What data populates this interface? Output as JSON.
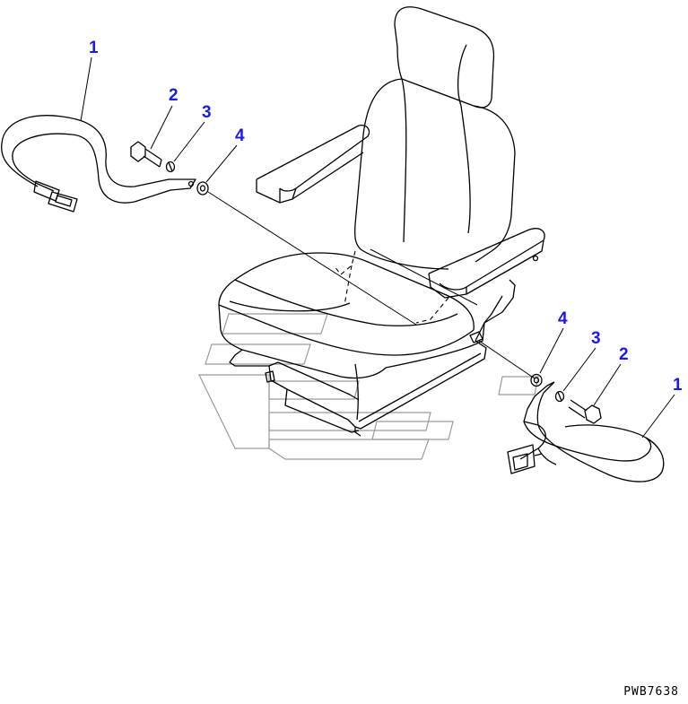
{
  "diagram": {
    "callout_color": "#1a1ae6",
    "line_color": "#000000",
    "watermark_color": "#9a9a9a",
    "callouts_left": [
      {
        "id": "1",
        "label": "1"
      },
      {
        "id": "2",
        "label": "2"
      },
      {
        "id": "3",
        "label": "3"
      },
      {
        "id": "4",
        "label": "4"
      }
    ],
    "callouts_right": [
      {
        "id": "4",
        "label": "4"
      },
      {
        "id": "3",
        "label": "3"
      },
      {
        "id": "2",
        "label": "2"
      },
      {
        "id": "1",
        "label": "1"
      }
    ],
    "drawing_code": "PWB7638"
  }
}
